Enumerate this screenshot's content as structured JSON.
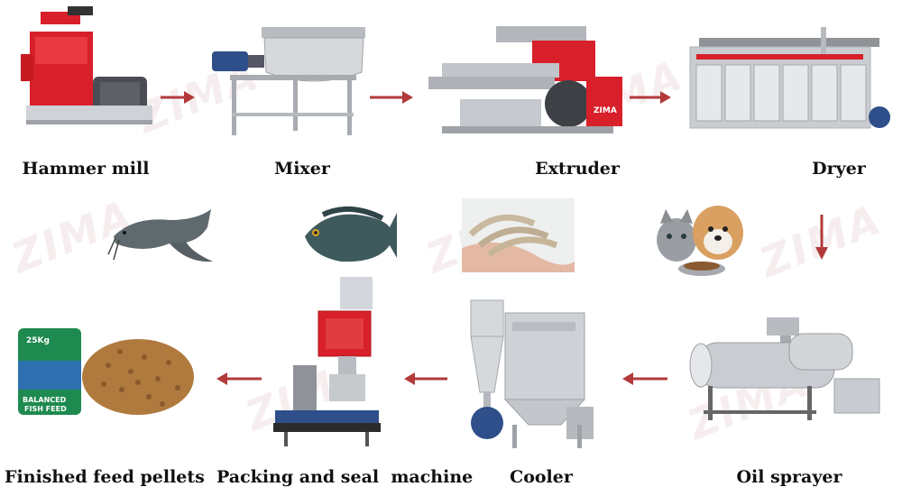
{
  "watermark": "ZIMA",
  "steps": {
    "hammer_mill": "Hammer mill",
    "mixer": "Mixer",
    "extruder": "Extruder",
    "dryer": "Dryer",
    "oil_sprayer": "Oil sprayer",
    "cooler": "Cooler",
    "packing": "Packing and seal  machine",
    "finished": "Finished feed pellets"
  },
  "machine_badge": "ZIMA",
  "product_bag": {
    "weight": "25Kg",
    "line1": "BALANCED",
    "line2": "FISH FEED"
  },
  "colors": {
    "arrow": "#b23a3a",
    "machine_red": "#d8202a",
    "steel": "#c9ccd0",
    "motor_blue": "#2f4f8a"
  },
  "icons": [
    "catfish-icon",
    "tilapia-icon",
    "shrimp-icon",
    "cat-dog-icon"
  ]
}
